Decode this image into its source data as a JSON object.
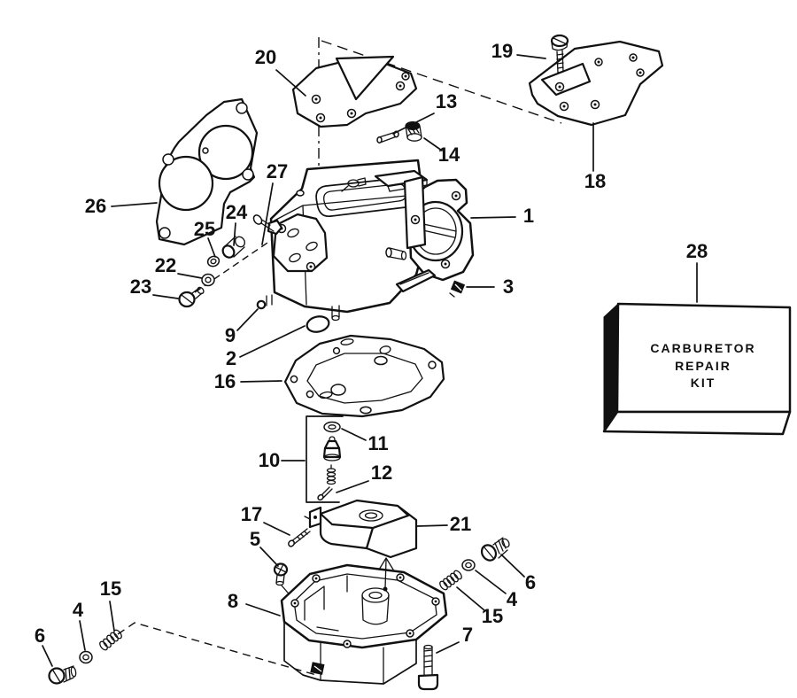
{
  "document": {
    "type": "exploded parts diagram",
    "subject": "carburetor assembly",
    "ink_color": "#111111",
    "background_color": "#ffffff"
  },
  "kit_box": {
    "lines": [
      "CARBURETOR",
      "REPAIR",
      "KIT"
    ]
  },
  "callouts": [
    {
      "label": "20"
    },
    {
      "label": "19"
    },
    {
      "label": "13"
    },
    {
      "label": "14"
    },
    {
      "label": "18"
    },
    {
      "label": "26"
    },
    {
      "label": "27"
    },
    {
      "label": "24"
    },
    {
      "label": "25"
    },
    {
      "label": "22"
    },
    {
      "label": "23"
    },
    {
      "label": "1"
    },
    {
      "label": "3"
    },
    {
      "label": "9"
    },
    {
      "label": "2"
    },
    {
      "label": "16"
    },
    {
      "label": "28"
    },
    {
      "label": "10"
    },
    {
      "label": "11"
    },
    {
      "label": "12"
    },
    {
      "label": "17"
    },
    {
      "label": "21"
    },
    {
      "label": "5"
    },
    {
      "label": "6"
    },
    {
      "label": "4"
    },
    {
      "label": "15"
    },
    {
      "label": "8"
    },
    {
      "label": "7"
    },
    {
      "label": "15"
    },
    {
      "label": "4"
    },
    {
      "label": "6"
    }
  ]
}
